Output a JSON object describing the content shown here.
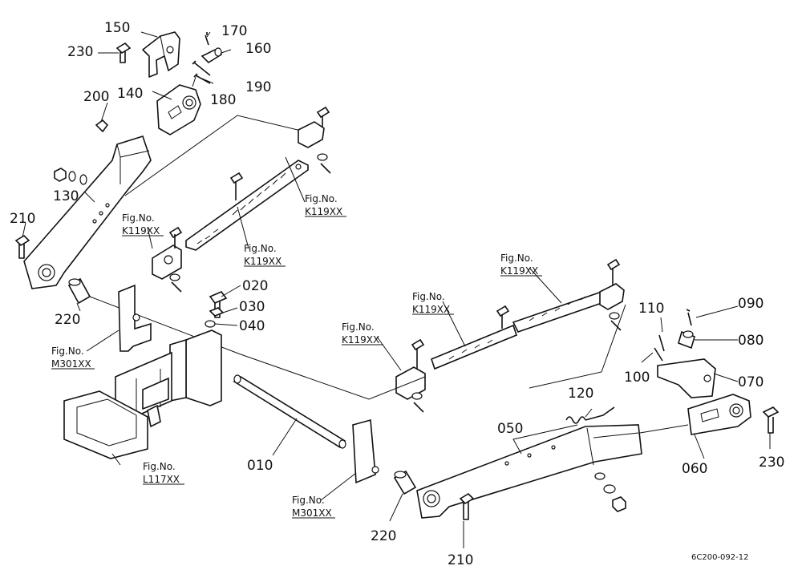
{
  "labels": {
    "p010": "010",
    "p020": "020",
    "p030": "030",
    "p040": "040",
    "p050": "050",
    "p060": "060",
    "p070": "070",
    "p080": "080",
    "p090": "090",
    "p100": "100",
    "p110": "110",
    "p120": "120",
    "p130": "130",
    "p140": "140",
    "p150": "150",
    "p160": "160",
    "p170": "170",
    "p180": "180",
    "p190": "190",
    "p200": "200",
    "p210a": "210",
    "p210b": "210",
    "p220a": "220",
    "p220b": "220",
    "p230a": "230",
    "p230b": "230"
  },
  "figrefs": {
    "fig_label": "Fig.No.",
    "k1": "K119XX",
    "k2": "K119XX",
    "k3": "K119XX",
    "k4": "K119XX",
    "k5": "K119XX",
    "k6": "K119XX",
    "m1": "M301XX",
    "m2": "M301XX",
    "l1": "L117XX"
  },
  "drawing_code": "6C200-092-12"
}
